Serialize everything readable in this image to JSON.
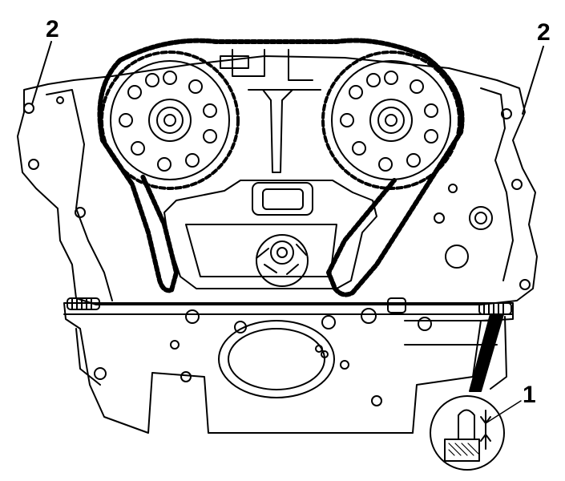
{
  "callouts": {
    "top_left": "2",
    "top_right": "2",
    "detail": "1"
  },
  "colors": {
    "line": "#000000",
    "paper": "#ffffff"
  }
}
